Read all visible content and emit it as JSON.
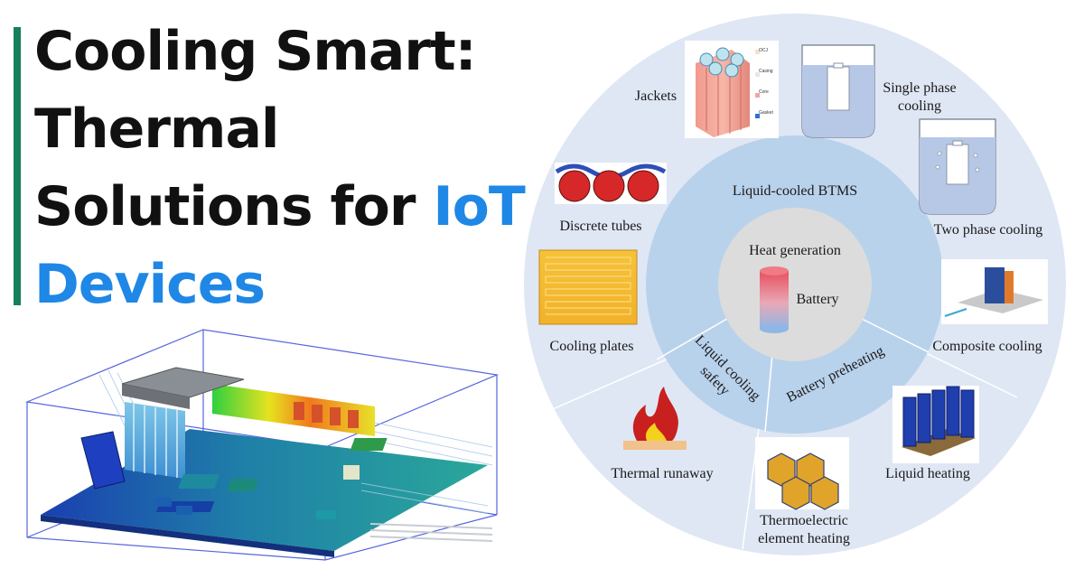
{
  "headline": {
    "line1": "Cooling Smart:",
    "line2": "Thermal",
    "line3_part1": "Solutions for ",
    "line3_highlight": "IoT",
    "line4_highlight": "Devices",
    "accent_color": "#15805a",
    "highlight_color": "#1f87e6"
  },
  "diagram": {
    "core": {
      "title": "Heat generation",
      "label": "Battery"
    },
    "middle_ring": {
      "top": "Liquid-cooled BTMS",
      "left": "Liquid cooling safety",
      "right": "Battery preheating"
    },
    "outer_items": {
      "jackets": "Jackets",
      "single_phase": "Single phase cooling",
      "two_phase": "Two phase cooling",
      "discrete_tubes": "Discrete tubes",
      "cooling_plates": "Cooling plates",
      "composite_cooling": "Composite cooling",
      "thermal_runaway": "Thermal runaway",
      "liquid_heating": "Liquid heating",
      "thermoelectric": "Thermoelectric element heating"
    },
    "jacket_legend": [
      "OCJ",
      "Casing",
      "Core",
      "Gasket"
    ],
    "colors": {
      "outer_ring": "#dfe7f4",
      "middle_ring": "#b9d2ec",
      "core": "#dcdcdc"
    }
  }
}
